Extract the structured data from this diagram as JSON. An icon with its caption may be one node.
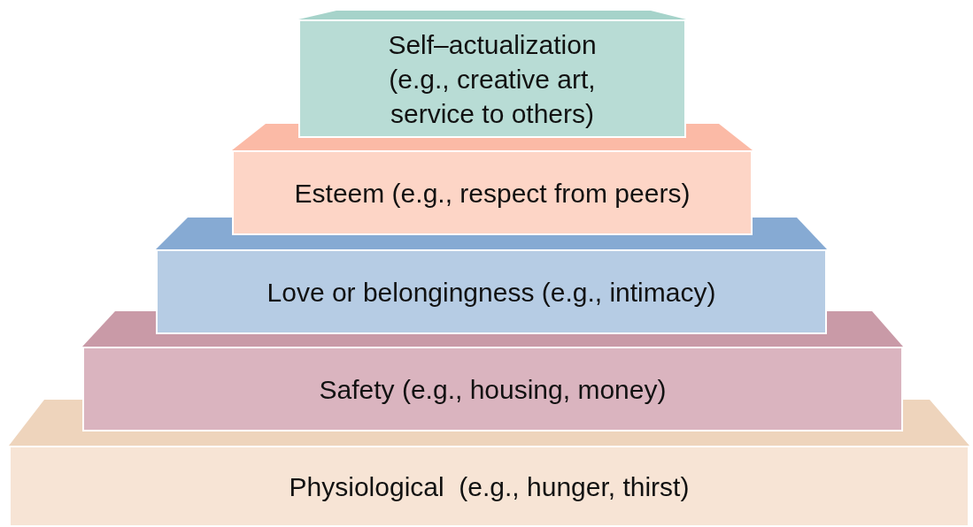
{
  "diagram": {
    "nodes": [
      {
        "text": [
          "Self–actualization (e.g., creative art, service to others)"
        ]
      },
      {
        "text": [
          "Esteem (e.g., respect from peers)"
        ]
      },
      {
        "text": [
          "Love or belongingness (e.g., intimacy)"
        ]
      },
      {
        "text": [
          "Safety (e.g., housing, money)"
        ]
      },
      {
        "text": [
          "Physiological  (e.g., hunger, thirst)"
        ]
      }
    ]
  }
}
